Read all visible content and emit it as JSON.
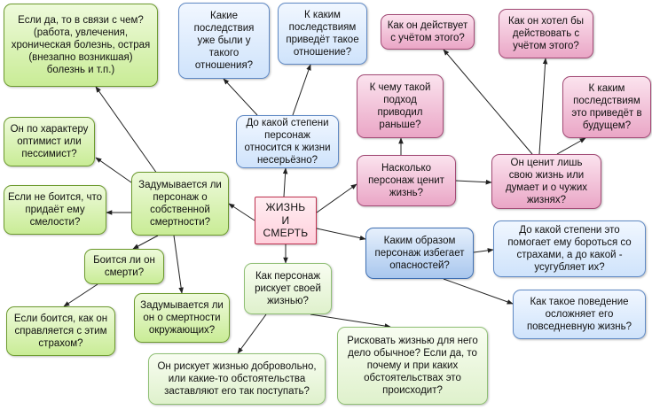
{
  "center": "ЖИЗНЬ\nИ\nСМЕРТЬ",
  "nodes": {
    "reason": "Если да, то в связи с чем?\n(работа, увлечения,\nхроническая болезнь, острая\n(внезапно возникшая)\nболезнь и т.п.)",
    "optimist": "Он по характеру\nоптимист или\nпессимист?",
    "thinks_death": "Задумывается ли\nперсонаж о\nсобственной\nсмертности?",
    "not_afraid": "Если не боится, что\nпридаёт ему\nсмелости?",
    "afraid": "Боится ли он\nсмерти?",
    "cope": "Если боится, как он\nсправляется с этим\nстрахом?",
    "others_death": "Задумывается ли\nон о смертности\nокружающих?",
    "consequences_were": "Какие\nпоследствия\nуже были у\nтакого\nотношения?",
    "consequences_lead": "К каким\nпоследствиям\nприведёт такое\nотношение?",
    "how_serious": "До какой степени\nперсонаж\nотносится к жизни\nнесерьёзно?",
    "acts": "Как он действует\nс учётом этого?",
    "wanted": "Как он хотел бы\nдействовать с\nучётом этого?",
    "approach": "К чему такой\nподход\nприводил\nраньше?",
    "future": "К каким\nпоследствиям\nэто приведёт в\nбудущем?",
    "values_life": "Насколько\nперсонаж ценит\nжизнь?",
    "values_own": "Он ценит лишь\nсвою жизнь или\nдумает и о чужих\nжизнях?",
    "avoids": "Каким образом\nперсонаж избегает\nопасностей?",
    "helps_fear": "До какой степени это\nпомогает ему бороться со\nстрахами, а до какой -\nусугубляет их?",
    "complicates": "Как такое поведение\nосложняет его\nповседневную жизнь?",
    "risks": "Как персонаж\nрискует своей\nжизнью?",
    "voluntary": "Он рискует жизнью добровольно,\nили какие-то обстоятельства\nзаставляют его так поступать?",
    "usual": "Рисковать жизнью для него\nдело обычное? Если да, то\nпочему и при каких\nобстоятельствах это\nпроисходит?"
  },
  "colors": {
    "green": "#c9ec96",
    "light_green": "#dff1cc",
    "blue": "#cfe3fb",
    "dark_blue": "#a9c7ee",
    "pink": "#eaa6c6",
    "center": "#ffd0dc",
    "arrow": "#222222"
  }
}
